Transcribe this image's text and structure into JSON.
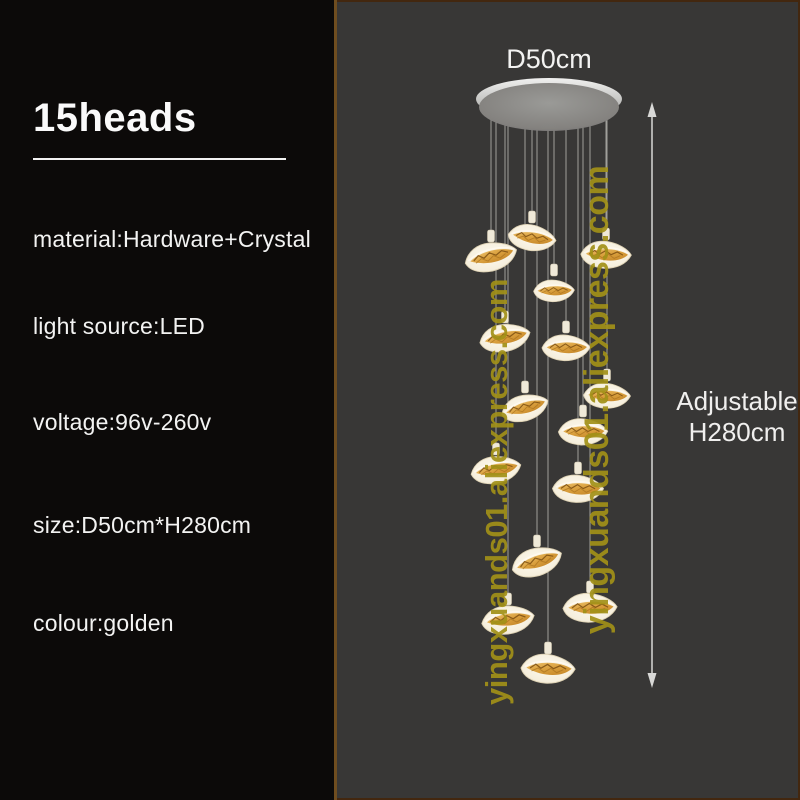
{
  "panel": {
    "title": "15heads",
    "specs": [
      {
        "label": "material:Hardware+Crystal"
      },
      {
        "label": "light source:LED"
      },
      {
        "label": "voltage:96v-260v"
      },
      {
        "label": "size:D50cm*H280cm"
      },
      {
        "label": "colour:golden"
      }
    ]
  },
  "dimensions": {
    "diameter_label": "D50cm",
    "height_label_line1": "Adjustable",
    "height_label_line2": "H280cm"
  },
  "watermark": {
    "text": "yingxuands01.aliexpress.com"
  },
  "colors": {
    "background": "#383736",
    "panel_background": "#0c0a09",
    "divider_accent": "#6f4d1f",
    "text": "#f3f3f2",
    "watermark": "#a29118",
    "lamp_gold": "#c07c1a",
    "canopy_silver": "#c8c8c8"
  }
}
